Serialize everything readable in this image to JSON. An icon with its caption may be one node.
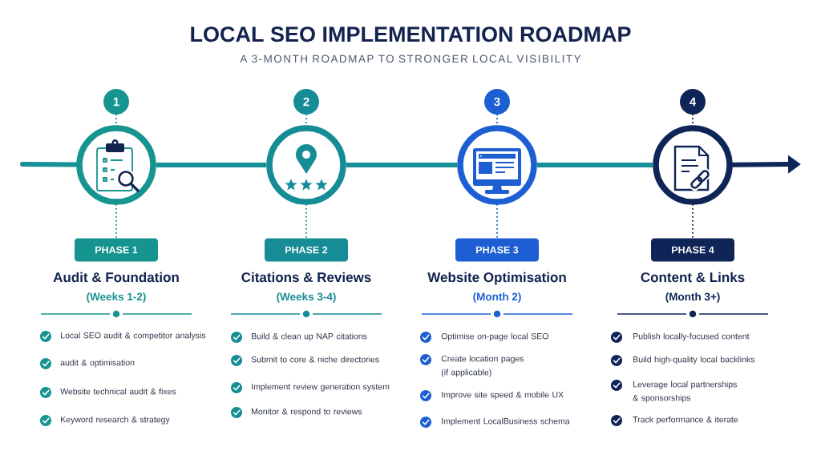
{
  "diagram": {
    "title": "LOCAL SEO IMPLEMENTATION ROADMAP",
    "nodes": [
      {
        "text": [
          "1"
        ]
      },
      {
        "text": [],
        "shape": "circle"
      },
      {
        "text": [
          "PHASE 1"
        ],
        "beside": [
          "Audit & Foundation",
          "(Weeks 1-2)"
        ]
      },
      {
        "text": [
          "2"
        ]
      },
      {
        "text": [],
        "shape": "circle"
      },
      {
        "text": [
          "PHASE 2"
        ],
        "beside": [
          "Citations & Reviews",
          "(Weeks 3-4)"
        ]
      },
      {
        "text": [
          "3"
        ]
      },
      {
        "text": [],
        "shape": "circle"
      },
      {
        "text": [
          "PHASE 3"
        ],
        "beside": [
          "Website Optimisation",
          "(Month 2)"
        ]
      },
      {
        "text": [
          "4"
        ]
      },
      {
        "text": [],
        "shape": "circle"
      },
      {
        "text": [
          "PHASE 4"
        ],
        "beside": [
          "Content & Links",
          "(Month 3+)"
        ]
      }
    ],
    "edges": [
      {
        "from": null,
        "to": 1,
        "arrow": "none",
        "style": "thick"
      },
      {
        "from": 1,
        "to": 4,
        "arrow": "none",
        "style": "thick"
      },
      {
        "from": 4,
        "to": 7,
        "arrow": "none",
        "style": "thick"
      },
      {
        "from": 7,
        "to": 10,
        "arrow": "none",
        "style": "thick"
      },
      {
        "from": 10,
        "to": null,
        "arrow": "to",
        "style": "thick",
        "color": "#0f2557"
      },
      {
        "from": 0,
        "to": 1,
        "arrow": "none",
        "style": "dashed"
      },
      {
        "from": 1,
        "to": 2,
        "arrow": "none",
        "style": "dashed"
      },
      {
        "from": 3,
        "to": 4,
        "arrow": "none",
        "style": "dashed"
      },
      {
        "from": 4,
        "to": 5,
        "arrow": "none",
        "style": "dashed"
      },
      {
        "from": 6,
        "to": 7,
        "arrow": "none",
        "style": "dashed",
        "color": "#1d5fd3"
      },
      {
        "from": 7,
        "to": 8,
        "arrow": "none",
        "style": "dashed",
        "color": "#1d5fd3"
      },
      {
        "from": 9,
        "to": 10,
        "arrow": "none",
        "style": "dashed",
        "color": "#0f2557"
      },
      {
        "from": 10,
        "to": 11,
        "arrow": "none",
        "style": "dashed",
        "color": "#0f2557"
      }
    ],
    "labels": [
      "A 3-MONTH ROADMAP TO STRONGER LOCAL VISIBILITY",
      "Local SEO audit & competitor analysis",
      "audit & optimisation",
      "Website technical audit & fixes",
      "Keyword research & strategy",
      "Build & clean up NAP citations",
      "Submit to core & niche directories",
      "Implement review generation system",
      "Monitor & respond to reviews",
      "Optimise on-page local SEO",
      "Create location pages (if applicable)",
      "Improve site speed & mobile UX",
      "Implement LocalBusiness schema",
      "Publish locally-focused content",
      "Build high-quality local backlinks",
      "Leverage local partnerships & sponsorships",
      "Track performance & iterate"
    ]
  }
}
